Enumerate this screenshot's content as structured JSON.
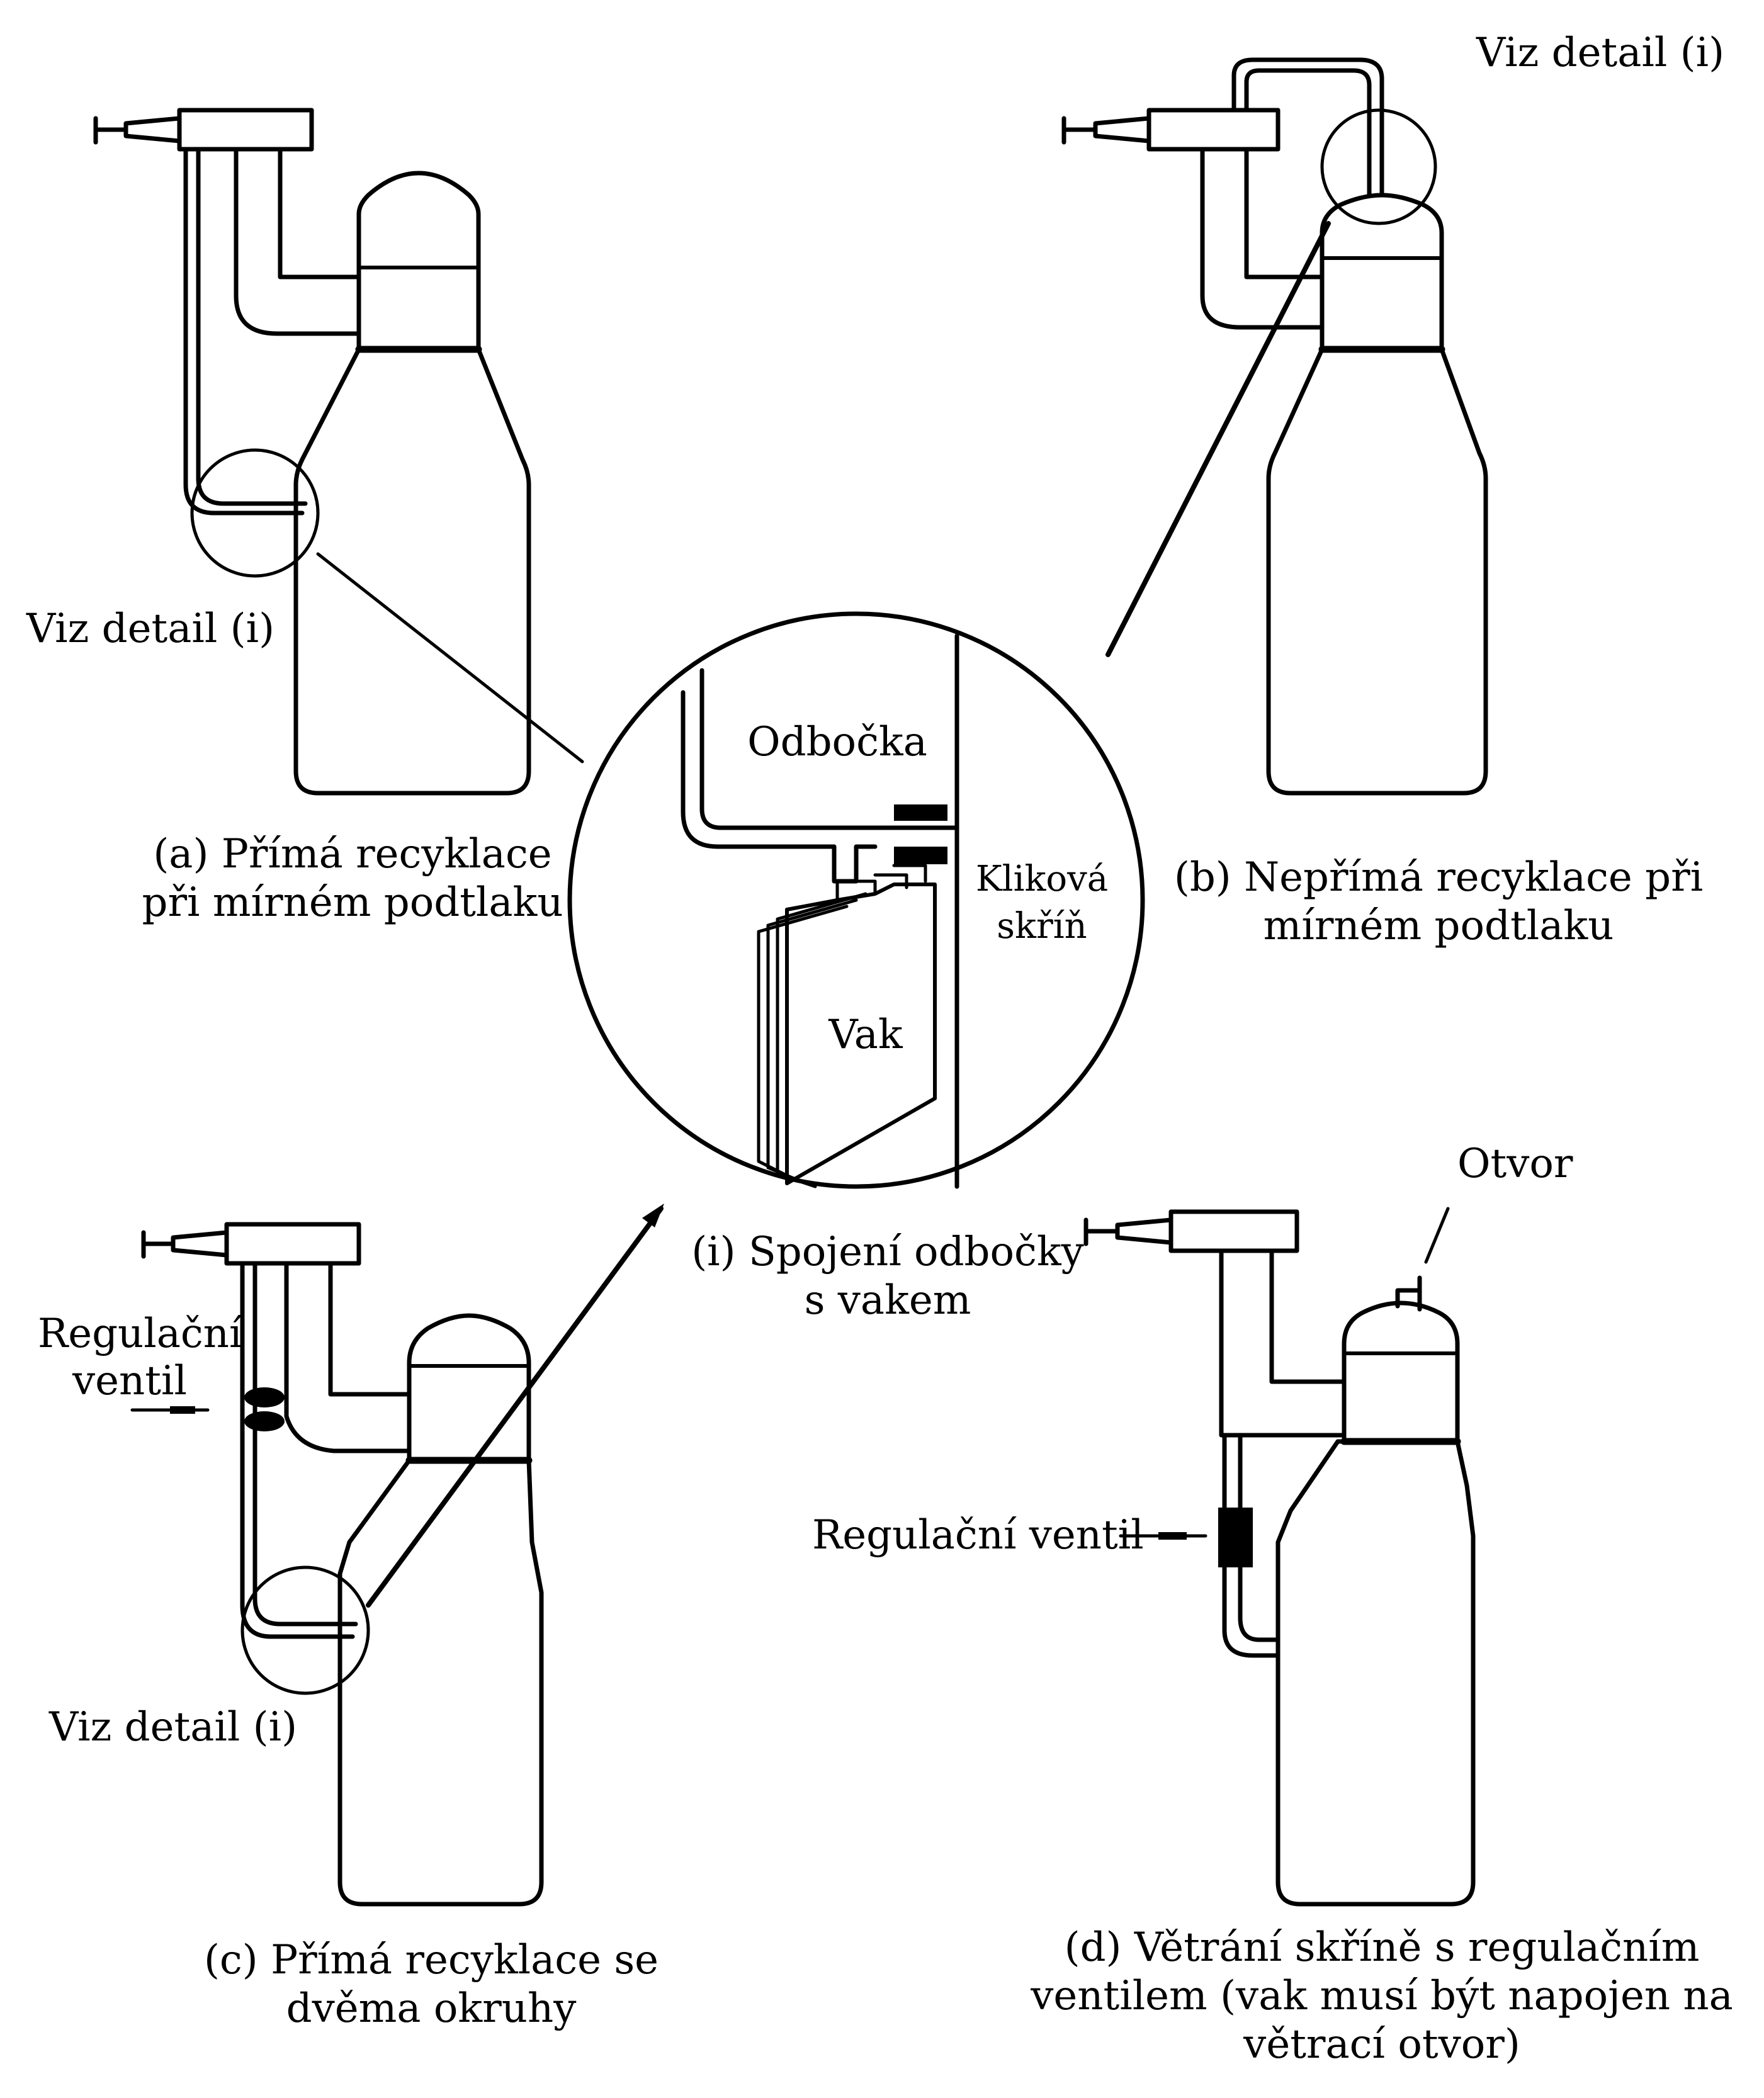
{
  "labels": {
    "see_detail_a": "Viz detail (i)",
    "see_detail_b": "Viz detail (i)",
    "see_detail_c": "Viz detail (i)",
    "caption_a_line1": "(a)  Přímá recyklace",
    "caption_a_line2": "při mírném podtlaku",
    "caption_b_line1": "(b)  Nepřímá recyklace při",
    "caption_b_line2": "mírném podtlaku",
    "caption_c_line1": "(c)  Přímá recyklace se",
    "caption_c_line2": "dvěma okruhy",
    "caption_d_line1": "(d)  Větrání skříně s regulačním",
    "caption_d_line2": "ventilem (vak musí být napojen na",
    "caption_d_line3": "větrací otvor)",
    "detail_branch": "Odbočka",
    "detail_crankcase_line1": "Kliková",
    "detail_crankcase_line2": "skříň",
    "detail_bag": "Vak",
    "caption_i_line1": "(i)  Spojení odbočky",
    "caption_i_line2": "s vakem",
    "control_valve_c_line1": "Regulační",
    "control_valve_c_line2": "ventil",
    "control_valve_d": "Regulační ventil",
    "vent_hole": "Otvor"
  }
}
